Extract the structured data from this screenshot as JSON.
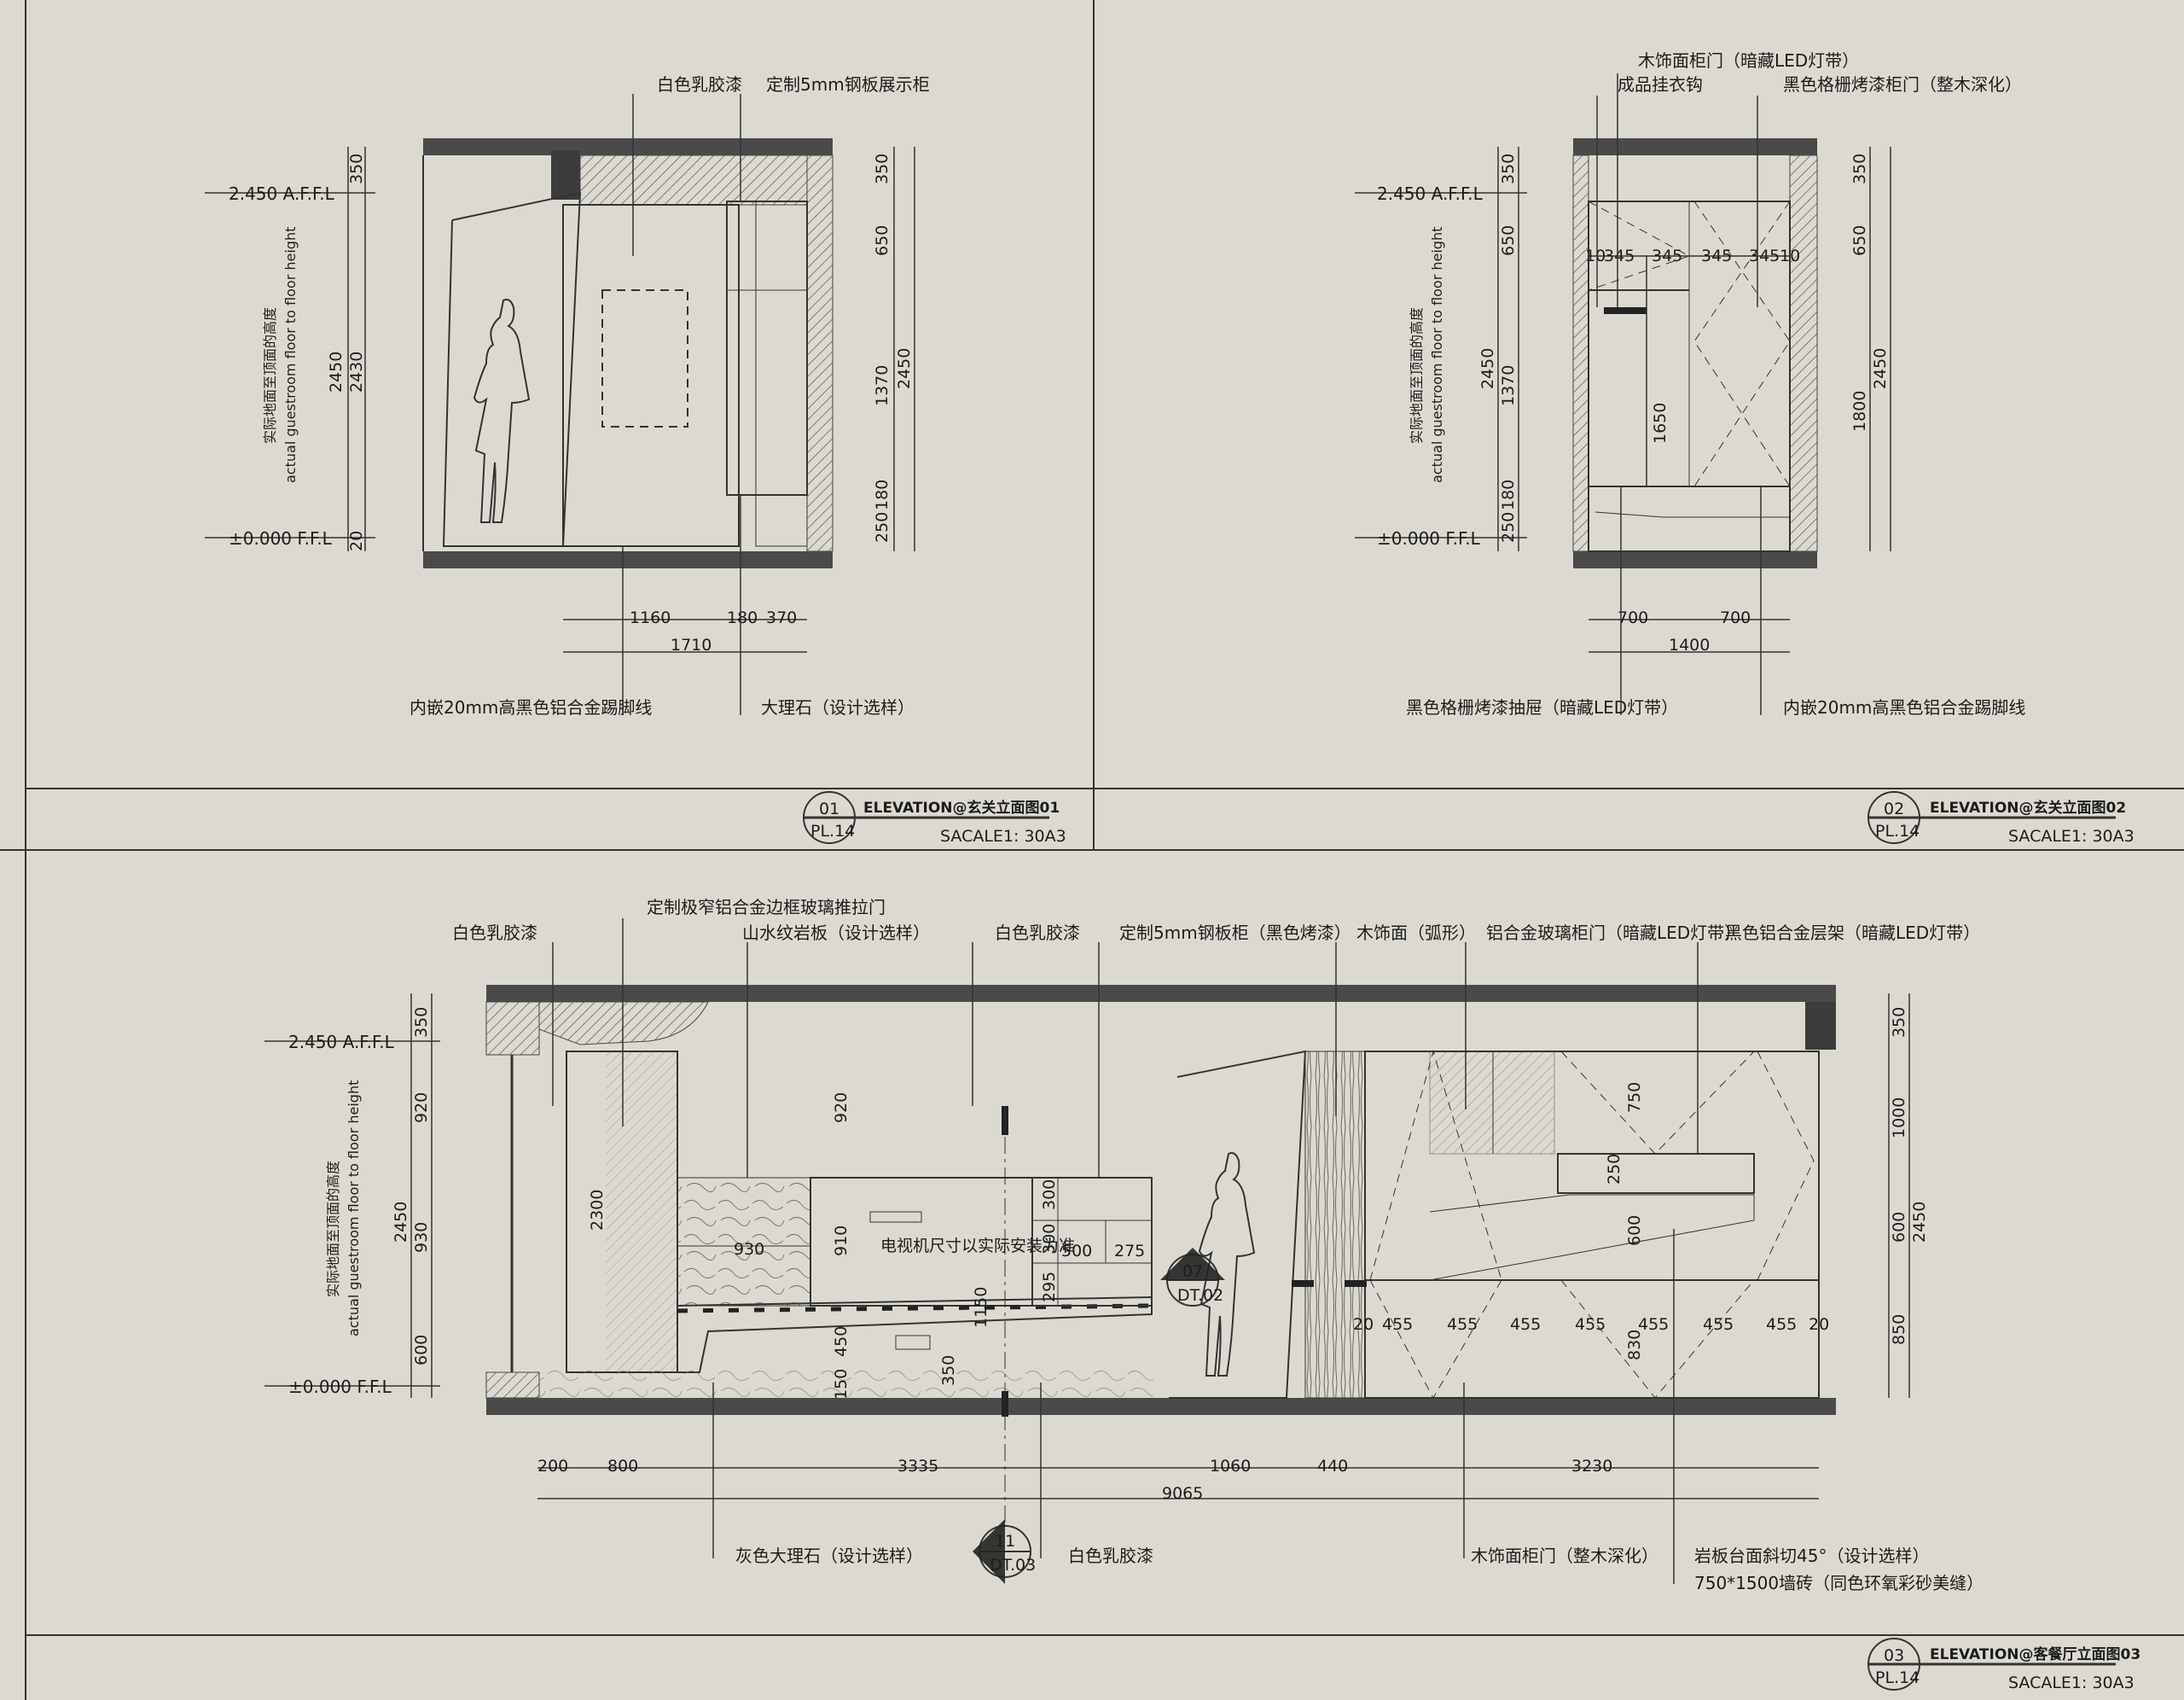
{
  "panels": [
    {
      "id": "01",
      "sheet": "PL.14",
      "title": "ELEVATION@玄关立面图01",
      "scale": "SACALE1: 30A3",
      "levels": {
        "top": "2.450 A.F.F.L",
        "bottom": "±0.000 F.F.L"
      },
      "vertical_note": {
        "cn": "实际地面至顶面的高度",
        "en": "actual guestroom floor to floor height"
      },
      "left_dims": [
        "350",
        "2430",
        "20",
        "2450"
      ],
      "right_dims": [
        "350",
        "650",
        "1370",
        "180",
        "250",
        "2450"
      ],
      "bottom_dims": [
        "1160",
        "180",
        "370",
        "1710"
      ],
      "labels_top": [
        "白色乳胶漆",
        "定制5mm钢板展示柜"
      ],
      "labels_bottom": [
        "内嵌20mm高黑色铝合金踢脚线",
        "大理石（设计选样）"
      ]
    },
    {
      "id": "02",
      "sheet": "PL.14",
      "title": "ELEVATION@玄关立面图02",
      "scale": "SACALE1: 30A3",
      "levels": {
        "top": "2.450 A.F.F.L",
        "bottom": "±0.000 F.F.L"
      },
      "vertical_note": {
        "cn": "实际地面至顶面的高度",
        "en": "actual guestroom floor to floor height"
      },
      "left_dims": [
        "350",
        "650",
        "1370",
        "180",
        "250",
        "2450"
      ],
      "right_dims": [
        "350",
        "650",
        "1800",
        "2450"
      ],
      "inner_dims": [
        "10",
        "345",
        "345",
        "345",
        "345",
        "10",
        "1650"
      ],
      "bottom_dims": [
        "700",
        "700",
        "1400"
      ],
      "labels_top": [
        "木饰面柜门（暗藏LED灯带）",
        "成品挂衣钩",
        "黑色格栅烤漆柜门（整木深化）"
      ],
      "labels_bottom": [
        "黑色格栅烤漆抽屉（暗藏LED灯带）",
        "内嵌20mm高黑色铝合金踢脚线"
      ]
    },
    {
      "id": "03",
      "sheet": "PL.14",
      "title": "ELEVATION@客餐厅立面图03",
      "scale": "SACALE1: 30A3",
      "levels": {
        "top": "2.450 A.F.F.L",
        "bottom": "±0.000 F.F.L"
      },
      "vertical_note": {
        "cn": "实际地面至顶面的高度",
        "en": "actual guestroom floor to floor height"
      },
      "left_dims": [
        "350",
        "920",
        "930",
        "600",
        "2450"
      ],
      "right_dims": [
        "350",
        "1000",
        "600",
        "850",
        "2450"
      ],
      "inner_dims": [
        "2300",
        "920",
        "930",
        "910",
        "450",
        "150",
        "1150",
        "350",
        "300",
        "300",
        "295",
        "500",
        "275",
        "750",
        "250",
        "600",
        "830"
      ],
      "bottom_row_dims": [
        "20",
        "455",
        "455",
        "455",
        "455",
        "455",
        "455",
        "455",
        "20"
      ],
      "bottom_dims": [
        "200",
        "800",
        "3335",
        "1060",
        "440",
        "3230",
        "9065"
      ],
      "tv_note": "电视机尺寸以实际安装为准",
      "detail_tags": [
        {
          "num": "07",
          "ref": "DT.02"
        },
        {
          "num": "11",
          "ref": "DT.03"
        }
      ],
      "labels_top": [
        "定制极窄铝合金边框玻璃推拉门",
        "白色乳胶漆",
        "山水纹岩板（设计选样）",
        "白色乳胶漆",
        "定制5mm钢板柜（黑色烤漆）",
        "木饰面（弧形）",
        "铝合金玻璃柜门（暗藏LED灯带）",
        "黑色铝合金层架（暗藏LED灯带）"
      ],
      "labels_bottom": [
        "灰色大理石（设计选样）",
        "白色乳胶漆",
        "木饰面柜门（整木深化）",
        "岩板台面斜切45°（设计选样）",
        "750*1500墙砖（同色环氧彩砂美缝）"
      ]
    }
  ]
}
